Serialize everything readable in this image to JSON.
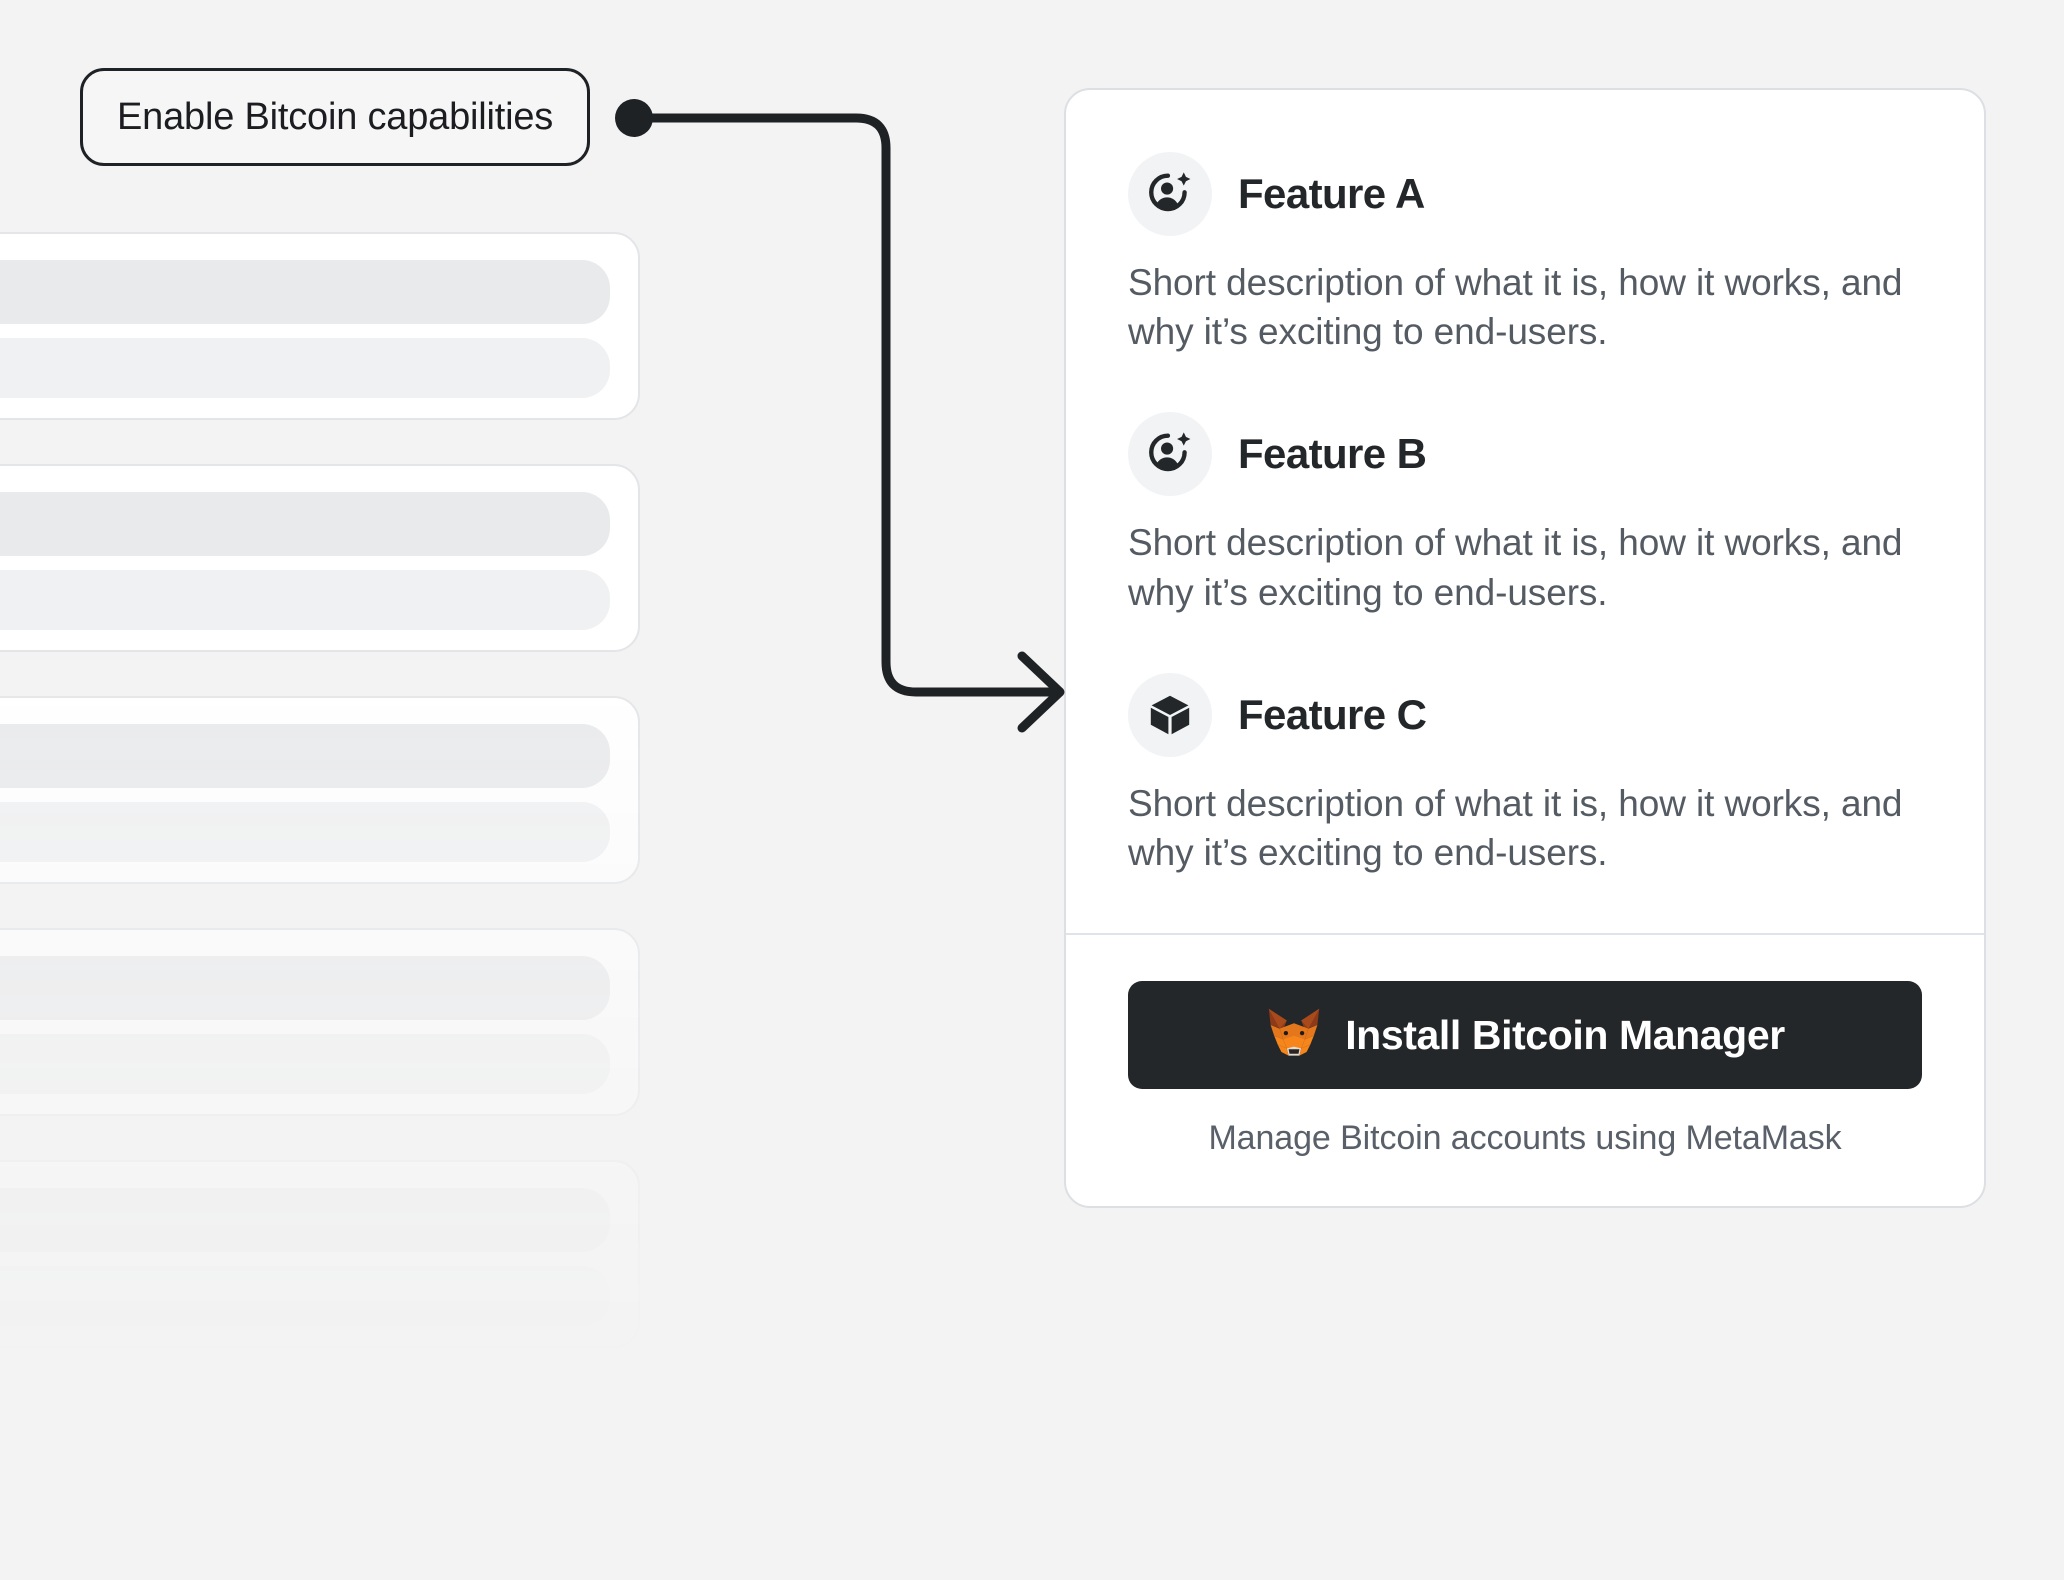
{
  "page": {
    "background_color": "#f3f3f3"
  },
  "annotation": {
    "label": "Enable Bitcoin capabilities",
    "connector_color": "#1f2225"
  },
  "ghost_placeholders": {
    "card_count": 6,
    "bar_color_primary": "#e9eaec",
    "bar_color_secondary": "#f0f1f2"
  },
  "card": {
    "background_color": "#ffffff",
    "border_color": "#dcdfe3",
    "features": [
      {
        "icon": "add-account-icon",
        "title": "Feature A",
        "description": "Short description of what it is, how it works, and why it’s exciting to end-users."
      },
      {
        "icon": "add-account-icon",
        "title": "Feature B",
        "description": "Short description of what it is, how it works, and why it’s exciting to end-users."
      },
      {
        "icon": "cube-icon",
        "title": "Feature C",
        "description": "Short description of what it is, how it works, and why it’s exciting to end-users."
      }
    ],
    "cta": {
      "icon": "metamask-fox-icon",
      "button_label": "Install Bitcoin Manager",
      "button_color": "#24272a",
      "caption": "Manage Bitcoin accounts using MetaMask"
    }
  }
}
